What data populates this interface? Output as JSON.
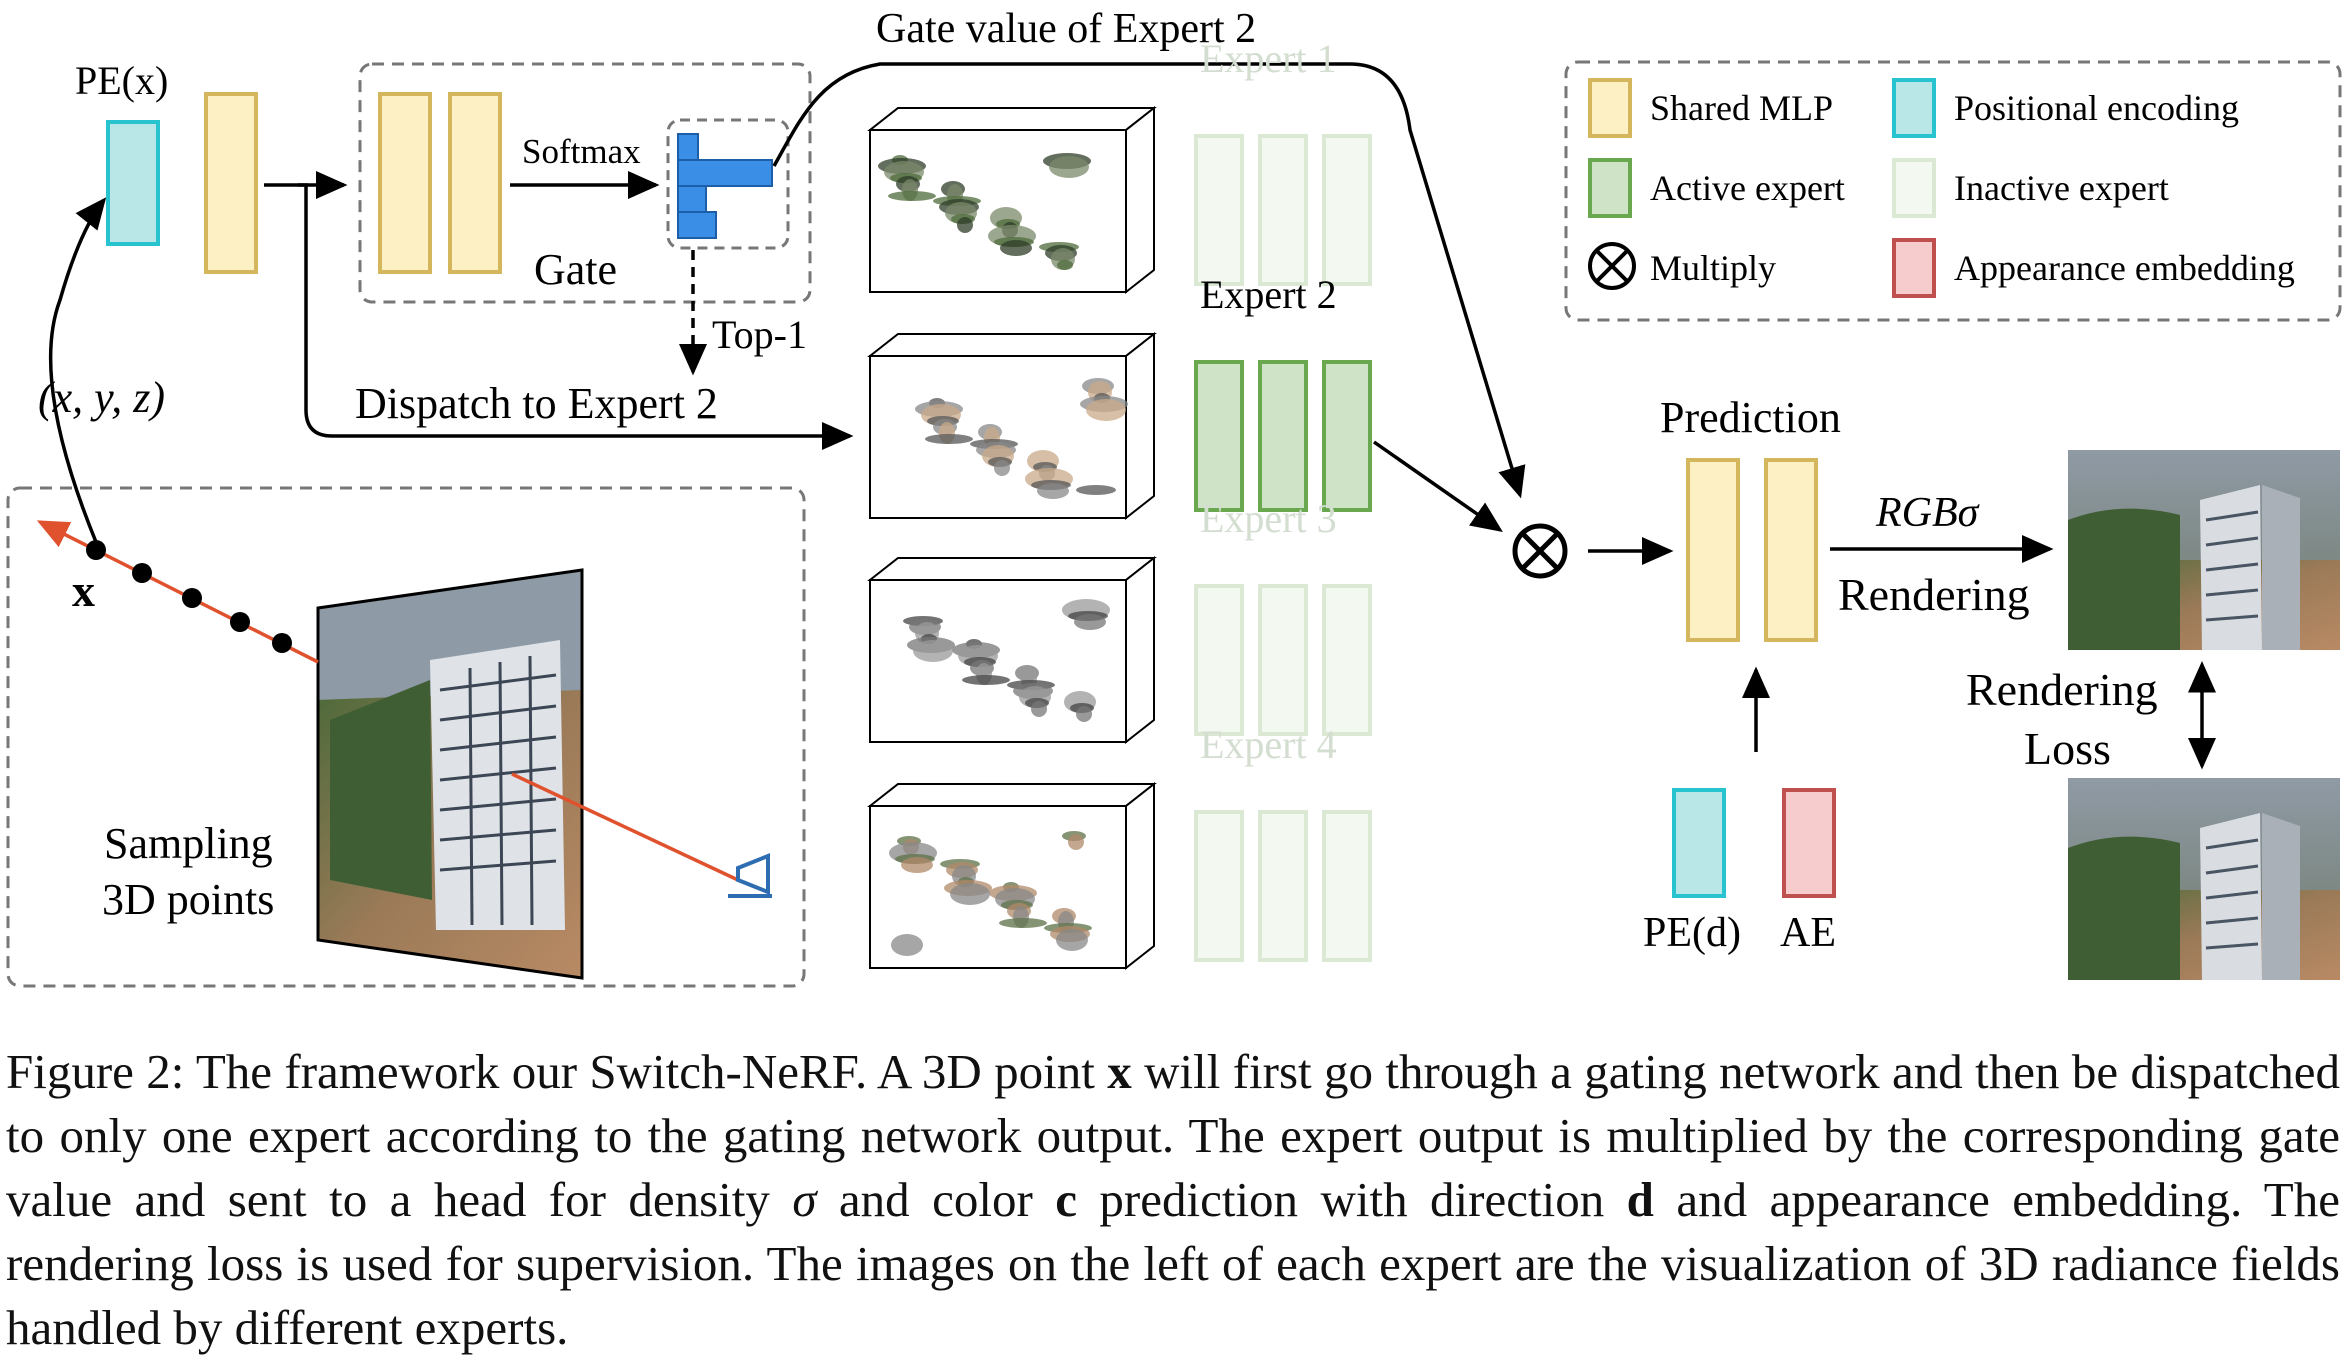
{
  "figure": {
    "pe_x_label": "PE(x)",
    "xyz_label": "(x, y, z)",
    "x_point_label": "x",
    "softmax_label": "Softmax",
    "gate_label": "Gate",
    "top1_label": "Top-1",
    "gate_value_label": "Gate value of Expert 2",
    "dispatch_label": "Dispatch to Expert 2",
    "sampling_label_line1": "Sampling",
    "sampling_label_line2": "3D points",
    "experts": [
      "Expert 1",
      "Expert 2",
      "Expert 3",
      "Expert 4"
    ],
    "active_expert_index": 1,
    "prediction_label": "Prediction",
    "rgb_sigma_label": "RGBσ",
    "rendering_label": "Rendering",
    "rendering_loss_line1": "Rendering",
    "rendering_loss_line2": "Loss",
    "pe_d_label": "PE(d)",
    "ae_label": "AE"
  },
  "legend": [
    {
      "label": "Shared MLP",
      "fill": "#fdf0c4",
      "stroke": "#d4b75c"
    },
    {
      "label": "Positional encoding",
      "fill": "#b9e6e6",
      "stroke": "#27c3cf"
    },
    {
      "label": "Active expert",
      "fill": "#cfe3c7",
      "stroke": "#6aa84f"
    },
    {
      "label": "Inactive expert",
      "fill": "#f3f8f0",
      "stroke": "#dbe8d3"
    },
    {
      "label": "Multiply",
      "icon": "multiply-icon"
    },
    {
      "label": "Appearance embedding",
      "fill": "#f7cccc",
      "stroke": "#c0504d"
    }
  ],
  "colors": {
    "shared_mlp_fill": "#fdf0c4",
    "shared_mlp_stroke": "#d4b75c",
    "pe_fill": "#b9e6e6",
    "pe_stroke": "#27c3cf",
    "active_fill": "#cfe3c7",
    "active_stroke": "#6aa84f",
    "inactive_fill": "#f3f8f0",
    "inactive_stroke": "#dbe8d3",
    "ae_fill": "#f7cccc",
    "ae_stroke": "#c0504d",
    "ray": "#e0522d",
    "camera": "#2f6db2",
    "gate_bars": "#3a8ee6"
  },
  "caption": {
    "prefix": "Figure 2: The framework our Switch-NeRF. A 3D point ",
    "x": "x",
    "part2": " will first go through a gating network and then be dispatched to only one expert according to the gating network output. The expert output is multiplied by the corresponding gate value and sent to a head for density ",
    "sigma": "σ",
    "part3": " and color ",
    "c": "c",
    "part4": " prediction with direction ",
    "d": "d",
    "part5": " and appearance embedding. The rendering loss is used for supervision. The images on the left of each expert are the visualization of 3D radiance fields handled by different experts."
  }
}
